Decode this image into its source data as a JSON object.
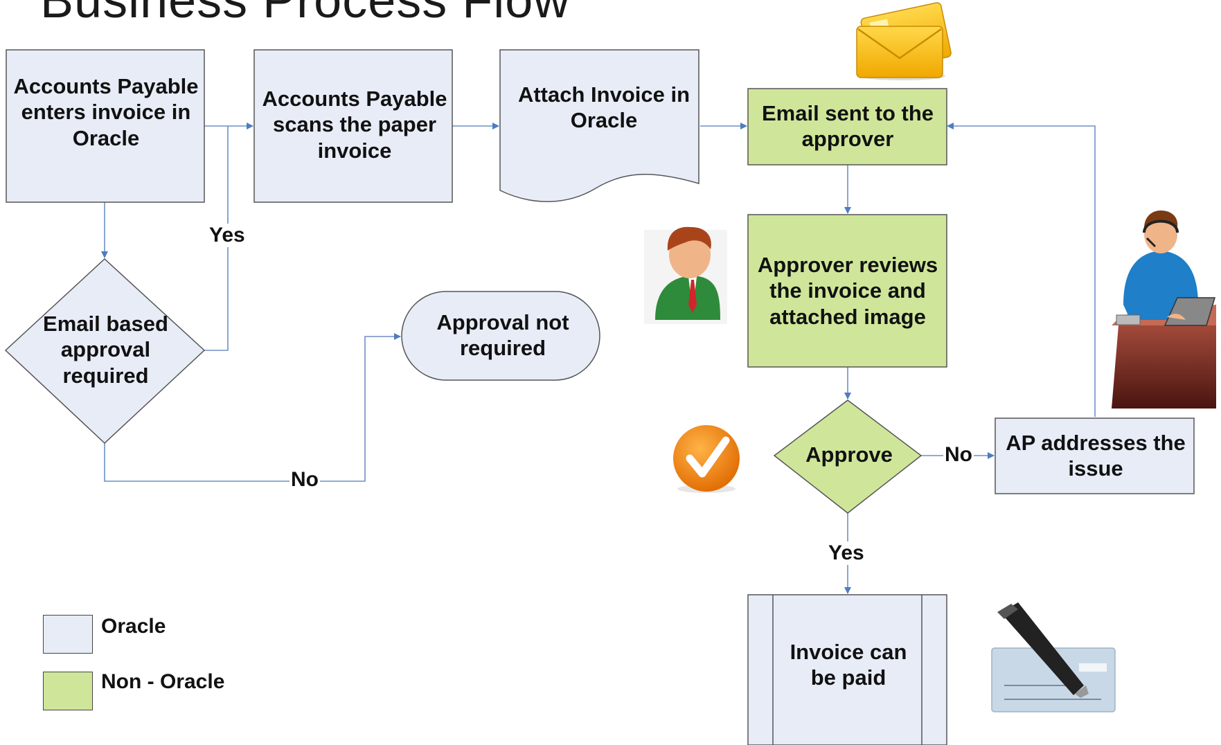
{
  "title": "Business Process Flow",
  "colors": {
    "oracle": "#e7ecf7",
    "non_oracle": "#cfe69a",
    "line": "#6d8fc4",
    "border": "#555555"
  },
  "nodes": {
    "ap_enters": {
      "label": "Accounts Payable enters invoice in Oracle",
      "shape": "process",
      "category": "oracle"
    },
    "ap_scans": {
      "label": "Accounts Payable scans the paper invoice",
      "shape": "process",
      "category": "oracle"
    },
    "attach": {
      "label": "Attach Invoice in Oracle",
      "shape": "document",
      "category": "oracle"
    },
    "email_sent": {
      "label": "Email sent to the approver",
      "shape": "process",
      "category": "non_oracle"
    },
    "approver_reviews": {
      "label": "Approver reviews the invoice and attached image",
      "shape": "process",
      "category": "non_oracle"
    },
    "email_based": {
      "label": "Email based approval required",
      "shape": "decision",
      "category": "oracle"
    },
    "approval_not_required": {
      "label": "Approval not required",
      "shape": "terminator",
      "category": "oracle"
    },
    "approve": {
      "label": "Approve",
      "shape": "decision",
      "category": "non_oracle"
    },
    "ap_addresses": {
      "label": "AP addresses the issue",
      "shape": "process",
      "category": "oracle"
    },
    "invoice_paid": {
      "label": "Invoice can be paid",
      "shape": "predefined-process",
      "category": "oracle"
    }
  },
  "edges": [
    {
      "from": "ap_enters",
      "to": "ap_scans",
      "label": ""
    },
    {
      "from": "ap_enters",
      "to": "email_based",
      "label": ""
    },
    {
      "from": "email_based",
      "to": "ap_scans",
      "label": "Yes"
    },
    {
      "from": "email_based",
      "to": "approval_not_required",
      "label": "No"
    },
    {
      "from": "ap_scans",
      "to": "attach",
      "label": ""
    },
    {
      "from": "attach",
      "to": "email_sent",
      "label": ""
    },
    {
      "from": "email_sent",
      "to": "approver_reviews",
      "label": ""
    },
    {
      "from": "approver_reviews",
      "to": "approve",
      "label": ""
    },
    {
      "from": "approve",
      "to": "ap_addresses",
      "label": "No"
    },
    {
      "from": "ap_addresses",
      "to": "email_sent",
      "label": ""
    },
    {
      "from": "approve",
      "to": "invoice_paid",
      "label": "Yes"
    }
  ],
  "edge_labels": {
    "yes_top": "Yes",
    "no_bottom": "No",
    "no_right": "No",
    "yes_bottom": "Yes"
  },
  "legend": [
    {
      "label": "Oracle",
      "color": "#e7ecf7"
    },
    {
      "label": "Non - Oracle",
      "color": "#cfe69a"
    }
  ],
  "illustrations": [
    "envelope-icon",
    "person-icon",
    "checkmark-icon",
    "support-agent-icon",
    "pen-check-icon"
  ]
}
